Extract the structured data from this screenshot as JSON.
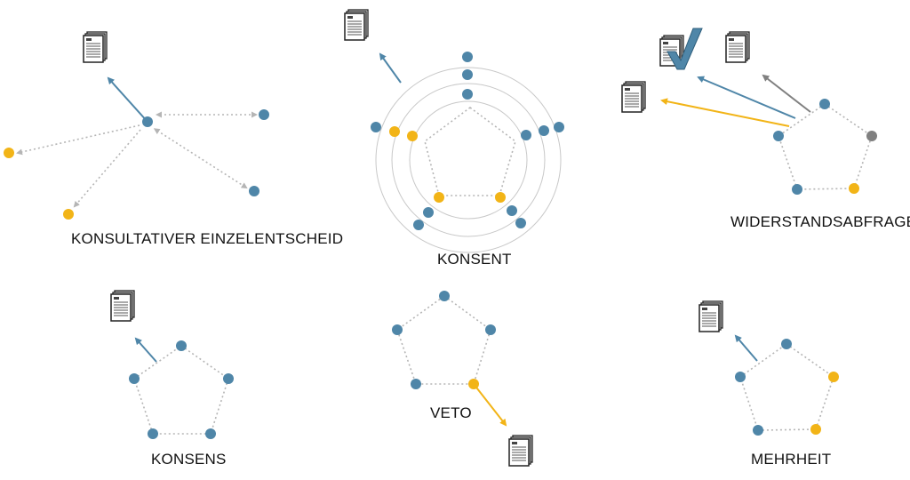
{
  "colors": {
    "blue": "#4f86a8",
    "yellow": "#f2b417",
    "gray": "#808080",
    "dotted": "#b5b5b5",
    "ring": "#c8c8c8",
    "doc_stroke": "#222222",
    "check": "#4f86a8"
  },
  "labels": {
    "konsultativ": "KONSULTATIVER EINZELENTSCHEID",
    "konsent": "KONSENT",
    "widerstand": "WIDERSTANDSABFRAGE",
    "konsens": "KONSENS",
    "veto": "VETO",
    "mehrheit": "MEHRHEIT"
  },
  "icons": [
    "document-stack-icon",
    "checkmark-icon"
  ]
}
